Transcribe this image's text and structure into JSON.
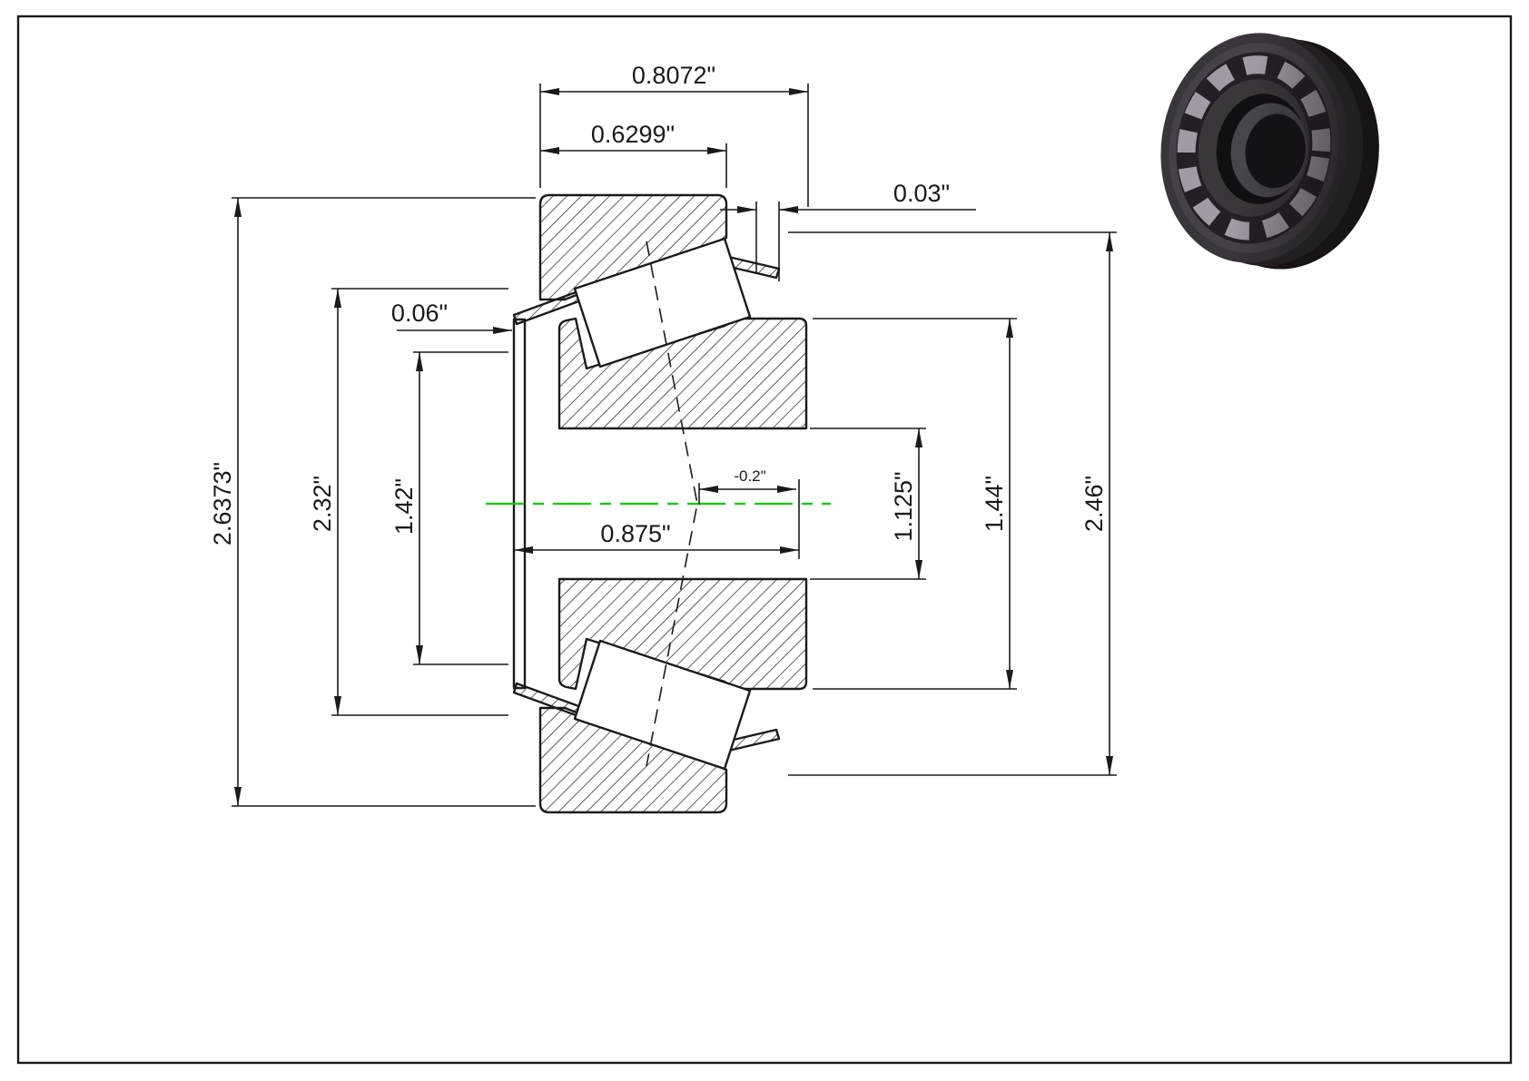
{
  "drawing": {
    "subject": "tapered-roller-bearing-cross-section",
    "colors": {
      "line": "#1a1a1a",
      "centerline": "#00cc00",
      "background": "#ffffff"
    },
    "dims": {
      "overall_width": "0.8072\"",
      "cup_width": "0.6299\"",
      "protrusion": "0.03\"",
      "cage_lip": "0.06\"",
      "flange_od": "2.6373\"",
      "dia_2_32": "2.32\"",
      "dia_1_42": "1.42\"",
      "cone_width": "0.875\"",
      "apex_offset": "-0.2\"",
      "bore_dia": "1.125\"",
      "cone_od": "1.44\"",
      "cup_od": "2.46\""
    }
  }
}
